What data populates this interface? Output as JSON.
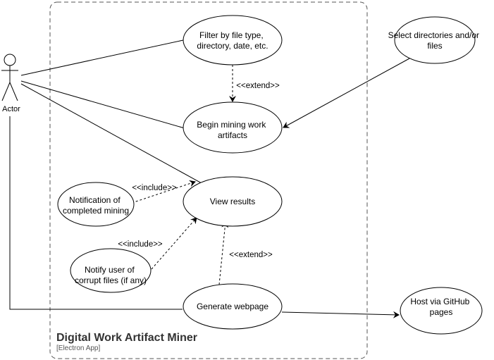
{
  "actor": {
    "label": "Actor"
  },
  "system": {
    "title": "Digital Work Artifact Miner",
    "subtitle": "[Electron App]"
  },
  "use_cases": {
    "filter": {
      "lines": [
        "Filter by file type,",
        "directory, date, etc."
      ]
    },
    "select_dirs": {
      "lines": [
        "Select directories and/or",
        "files"
      ]
    },
    "begin_mining": {
      "lines": [
        "Begin mining work",
        "artifacts"
      ]
    },
    "notification": {
      "lines": [
        "Notification of",
        "completed mining"
      ]
    },
    "view_results": {
      "lines": [
        "View results"
      ]
    },
    "notify_corrupt": {
      "lines": [
        "Notify user of",
        "corrupt files (if any)"
      ]
    },
    "generate_webpage": {
      "lines": [
        "Generate webpage"
      ]
    },
    "host_github": {
      "lines": [
        "Host via GitHub",
        "pages"
      ]
    }
  },
  "relations": {
    "extend_filter": "<<extend>>",
    "include_notification": "<<include>>",
    "include_corrupt": "<<include>>",
    "extend_generate": "<<extend>>"
  }
}
